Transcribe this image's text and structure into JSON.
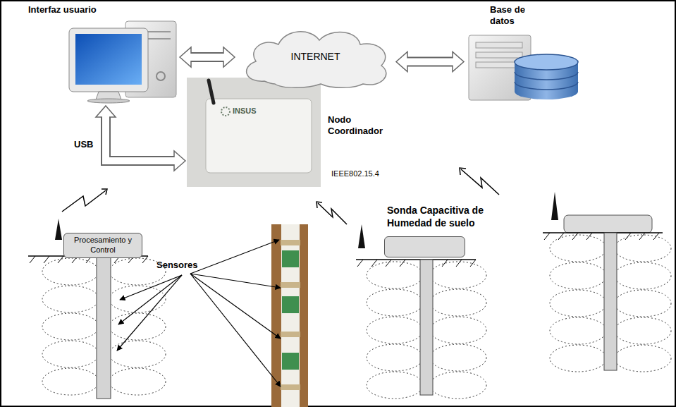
{
  "diagram": {
    "nodes": [
      {
        "text": [
          "Interfaz usuario"
        ]
      },
      {
        "text": [
          "INTERNET"
        ]
      },
      {
        "text": [
          "Base de datos"
        ]
      },
      {
        "text": [
          "Nodo Coordinador",
          "IEEE802.15.4"
        ]
      },
      {
        "text": [
          "Procesamiento y Control"
        ]
      },
      {
        "text": [
          "Sonda Capacitiva de Humedad de suelo"
        ]
      }
    ],
    "edges": [
      {
        "from": 0,
        "to": 1,
        "arrow": "both"
      },
      {
        "from": 1,
        "to": 2,
        "arrow": "both"
      },
      {
        "from": 0,
        "to": 3,
        "label": "USB",
        "arrow": "both"
      }
    ],
    "labels": [
      "INSUS",
      "Sensores"
    ]
  }
}
